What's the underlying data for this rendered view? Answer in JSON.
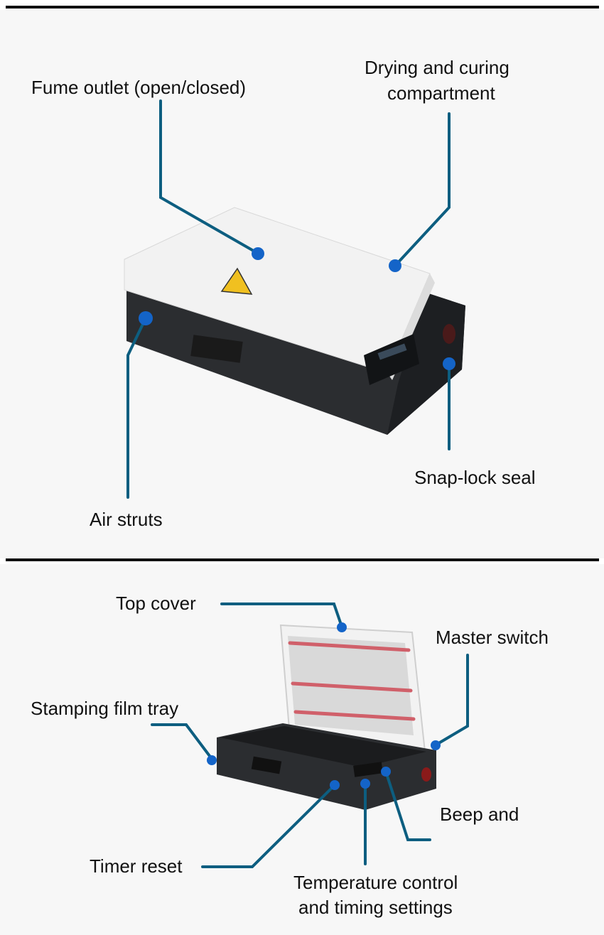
{
  "top_diagram": {
    "labels": {
      "fume_outlet": "Fume outlet (open/closed)",
      "drying_line1": "Drying and curing",
      "drying_line2": "compartment",
      "snap_lock": "Snap-lock seal",
      "air_struts": "Air struts"
    }
  },
  "bottom_diagram": {
    "labels": {
      "top_cover": "Top cover",
      "master_switch": "Master switch",
      "stamping_tray": "Stamping film tray",
      "beep_line1": "Beep and",
      "beep_line2": "",
      "timer_reset": "Timer reset",
      "temp_line1": "Temperature control",
      "temp_line2": "and timing settings"
    }
  },
  "colors": {
    "leader": "#0d5e80",
    "marker": "#1464c8",
    "device_body": "#2b2d30",
    "device_lid": "#f2f2f2",
    "heater": "#d0606a"
  }
}
